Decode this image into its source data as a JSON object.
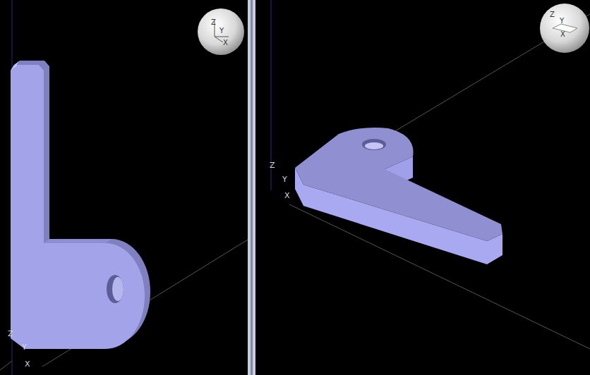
{
  "diagram": {
    "labels": [
      "Z",
      "Y",
      "X",
      "Z",
      "Y",
      "X",
      "Z",
      "Y",
      "X",
      "Z",
      "Y",
      "X"
    ]
  }
}
